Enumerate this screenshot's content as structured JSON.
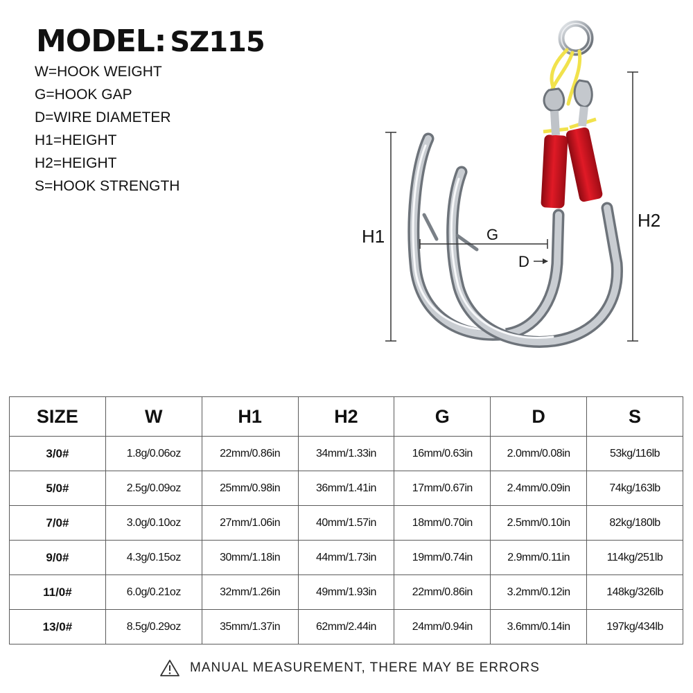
{
  "header": {
    "model_label": "MODEL:",
    "model_number": "SZ115"
  },
  "legend": [
    "W=HOOK WEIGHT",
    "G=HOOK GAP",
    "D=WIRE DIAMETER",
    "H1=HEIGHT",
    "H2=HEIGHT",
    "S=HOOK STRENGTH"
  ],
  "diagram": {
    "h1_label": "H1",
    "h2_label": "H2",
    "g_label": "G",
    "d_label": "D"
  },
  "table": {
    "headers": [
      "SIZE",
      "W",
      "H1",
      "H2",
      "G",
      "D",
      "S"
    ],
    "rows": [
      [
        "3/0#",
        "1.8g/0.06oz",
        "22mm/0.86in",
        "34mm/1.33in",
        "16mm/0.63in",
        "2.0mm/0.08in",
        "53kg/116lb"
      ],
      [
        "5/0#",
        "2.5g/0.09oz",
        "25mm/0.98in",
        "36mm/1.41in",
        "17mm/0.67in",
        "2.4mm/0.09in",
        "74kg/163lb"
      ],
      [
        "7/0#",
        "3.0g/0.10oz",
        "27mm/1.06in",
        "40mm/1.57in",
        "18mm/0.70in",
        "2.5mm/0.10in",
        "82kg/180lb"
      ],
      [
        "9/0#",
        "4.3g/0.15oz",
        "30mm/1.18in",
        "44mm/1.73in",
        "19mm/0.74in",
        "2.9mm/0.11in",
        "114kg/251lb"
      ],
      [
        "11/0#",
        "6.0g/0.21oz",
        "32mm/1.26in",
        "49mm/1.93in",
        "22mm/0.86in",
        "3.2mm/0.12in",
        "148kg/326lb"
      ],
      [
        "13/0#",
        "8.5g/0.29oz",
        "35mm/1.37in",
        "62mm/2.44in",
        "24mm/0.94in",
        "3.6mm/0.14in",
        "197kg/434lb"
      ]
    ]
  },
  "footer": {
    "warning_text": "MANUAL MEASUREMENT, THERE MAY BE ERRORS",
    "warning_icon": "warning-triangle-icon"
  },
  "colors": {
    "hook_steel": "#a9adb3",
    "hook_highlight": "#f4f5f7",
    "tube_red": "#c8101b",
    "thread_yellow": "#f1e24c"
  }
}
